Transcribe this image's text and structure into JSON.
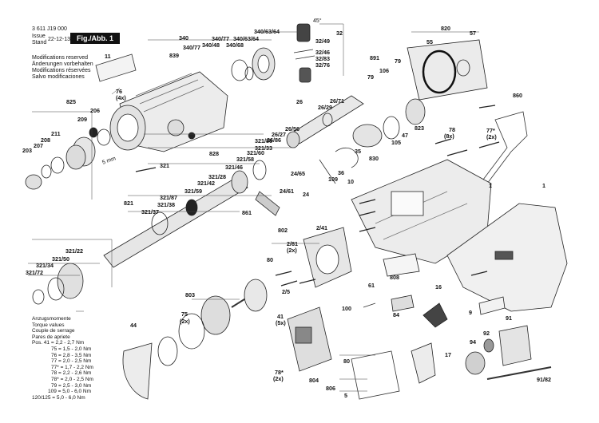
{
  "header": {
    "doc_number": "3 611 J19 000",
    "issue_label": "Issue",
    "stand_label": "Stand",
    "date": "22-12-13",
    "figure": "Fig./Abb. 1"
  },
  "notice_lines": [
    "Modifications reserved",
    "Änderungen vorbehalten",
    "Modifications réservées",
    "Salvo modificaciones"
  ],
  "torque_table": {
    "titles": [
      "Anzugsmomente",
      "Torque values",
      "Couple de serrage",
      "Pares de apriete"
    ],
    "rows": [
      "Pos.  41  = 2,2 - 2,7 Nm",
      "75  = 1,5 - 2,0 Nm",
      "76  = 2,8 - 3,5 Nm",
      "77  = 2,0 - 2,5 Nm",
      "77* = 1,7 - 2,2 Nm",
      "78  = 2,2 - 2,6 Nm",
      "78* = 2,0 - 2,5 Nm",
      "79  = 2,5 - 3,0 Nm",
      "109  = 5,0 - 6,0 Nm",
      "120/125 = 5,0 - 6,0 Nm"
    ]
  },
  "angle_note": "45°",
  "dimension_note": "5 mm",
  "part_labels": [
    "340",
    "839",
    "340/77",
    "340/48",
    "340/63/64",
    "340/68",
    "340/77",
    "340/63/64",
    "32",
    "32/49",
    "32/46",
    "32/83",
    "32/76",
    "820",
    "55",
    "57",
    "11",
    "76",
    "(4x)",
    "825",
    "206",
    "209",
    "211",
    "208",
    "207",
    "203",
    "26",
    "26/71",
    "26/29",
    "26/56",
    "26/27",
    "26/86",
    "891",
    "79",
    "106",
    "79",
    "78",
    "(8x)",
    "860",
    "77*",
    "(2x)",
    "828",
    "321/86",
    "321/33",
    "321/58",
    "321/60",
    "321/46",
    "321/28",
    "321/42",
    "321/59",
    "321",
    "821",
    "321/87",
    "321/38",
    "321/37",
    "24",
    "24/65",
    "24/61",
    "36",
    "109",
    "35",
    "105",
    "47",
    "823",
    "830",
    "10",
    "1",
    "1",
    "861",
    "802",
    "2/41",
    "2/81",
    "(2x)",
    "321/22",
    "321/50",
    "321/34",
    "321/72",
    "80",
    "2/5",
    "808",
    "61",
    "16",
    "100",
    "84",
    "9",
    "803",
    "75",
    "(2x)",
    "44",
    "41",
    "(5x)",
    "78*",
    "(2x)",
    "804",
    "806",
    "5",
    "80",
    "17",
    "94",
    "92",
    "91",
    "91/82"
  ]
}
